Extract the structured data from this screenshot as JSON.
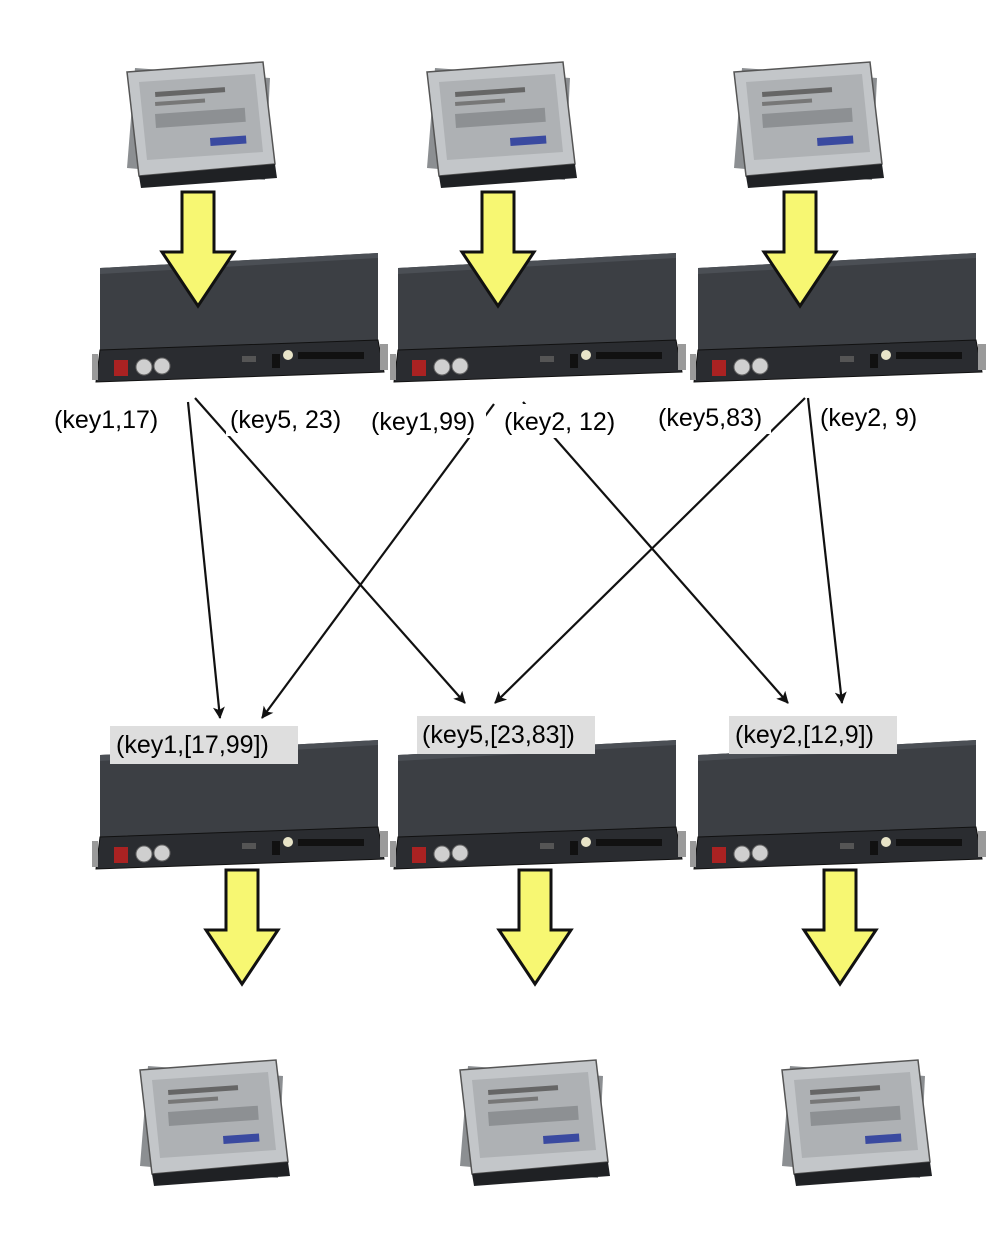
{
  "colors": {
    "arrow_fill": "#f7f772",
    "arrow_stroke": "#111111",
    "server_top": "#3c3f44",
    "server_front": "#2a2c30",
    "drive_body": "#b9bcbf",
    "key_label_bg": "#dedede"
  },
  "icons": {
    "server": "rack-server-icon",
    "drive": "hard-drive-icon"
  },
  "map_outputs": [
    {
      "label": "(key1,17)"
    },
    {
      "label": "(key5, 23)"
    },
    {
      "label": "(key1,99)"
    },
    {
      "label": "(key2, 12)"
    },
    {
      "label": "(key5,83)"
    },
    {
      "label": "(key2, 9)"
    }
  ],
  "reduce_inputs": [
    {
      "label": "(key1,[17,99])"
    },
    {
      "label": "(key5,[23,83])"
    },
    {
      "label": "(key2,[12,9])"
    }
  ]
}
